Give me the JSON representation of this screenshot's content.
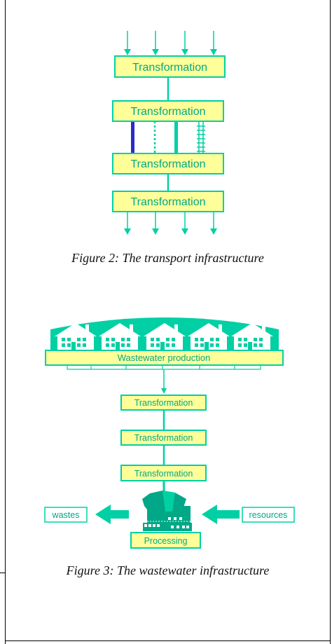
{
  "figure2": {
    "boxes": [
      "Transformation",
      "Transformation",
      "Transformation",
      "Transformation"
    ],
    "caption": "Figure 2: The transport infrastructure"
  },
  "figure3": {
    "production_label": "Wastewater production",
    "transformations": [
      "Transformation",
      "Transformation",
      "Transformation"
    ],
    "processing_label": "Processing",
    "wastes_label": "wastes",
    "resources_label": "resources",
    "caption": "Figure 3: The wastewater infrastructure"
  },
  "colors": {
    "box_fill": "#ffff99",
    "teal": "#00d0a4",
    "teal_dark": "#00a887",
    "blue_line": "#2c2cc8"
  },
  "icons": [
    "arrow-down-icon",
    "house-icon",
    "factory-icon",
    "arrow-left-icon"
  ]
}
